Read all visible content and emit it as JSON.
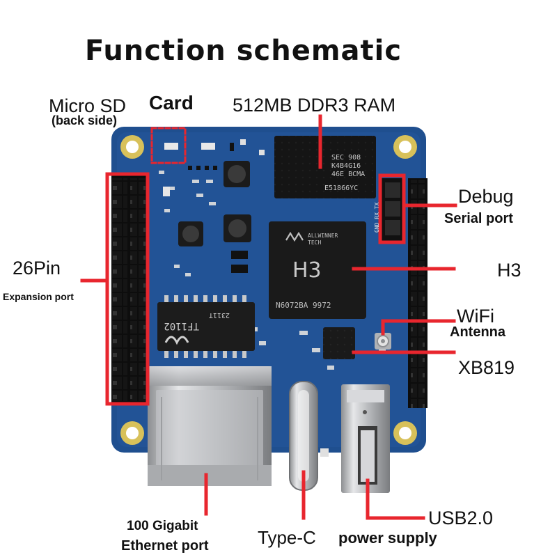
{
  "title": "Function schematic",
  "labels": {
    "micro_sd": "Micro SD",
    "card": "Card",
    "back_side": "(back side)",
    "ram": "512MB DDR3 RAM",
    "debug": "Debug",
    "serial_port": "Serial port",
    "pin26": "26Pin",
    "expansion_port": "Expansion port",
    "h3": "H3",
    "wifi": "WiFi",
    "antenna": "Antenna",
    "xb819": "XB819",
    "ethernet_1": "100 Gigabit",
    "ethernet_2": "Ethernet port",
    "typec": "Type-C",
    "power_supply": "power supply",
    "usb": "USB2.0"
  },
  "chip_text": {
    "ram_1": "SEC 908",
    "ram_2": "K4B4G16",
    "ram_3": "46E BCMA",
    "ram_4": "E51866YC",
    "soc_brand_1": "ALLWINNER",
    "soc_brand_2": "TECH",
    "soc_name": "H3",
    "soc_code": "N6072BA  9972",
    "transformer_1": "TF1102",
    "transformer_2": "2311T",
    "debug_pins": "GND RX TX"
  },
  "colors": {
    "board": "#1f4f8f",
    "callout": "#e8262e",
    "gold": "#d8c15a"
  }
}
